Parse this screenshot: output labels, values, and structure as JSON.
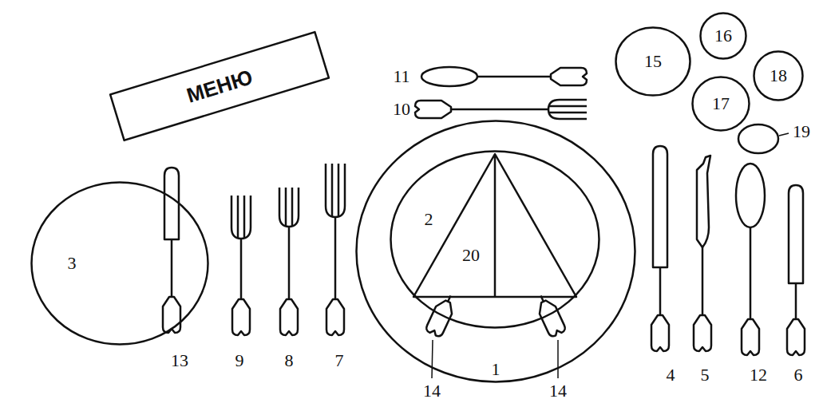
{
  "diagram": {
    "nodes": [
      {
        "text": [
          "МЕНЮ"
        ]
      },
      {
        "text": [
          "3"
        ]
      },
      {
        "text": [
          "1"
        ]
      },
      {
        "text": [
          "2"
        ],
        "in": 2
      },
      {
        "text": [
          "20"
        ],
        "in": 3
      },
      {
        "text": [
          "15"
        ]
      },
      {
        "text": [
          "16"
        ]
      },
      {
        "text": [
          "17"
        ]
      },
      {
        "text": [
          "18"
        ]
      }
    ],
    "labels": [
      "11",
      "10",
      "13",
      "9",
      "8",
      "7",
      "14",
      "14",
      "4",
      "5",
      "12",
      "6",
      "19"
    ]
  }
}
